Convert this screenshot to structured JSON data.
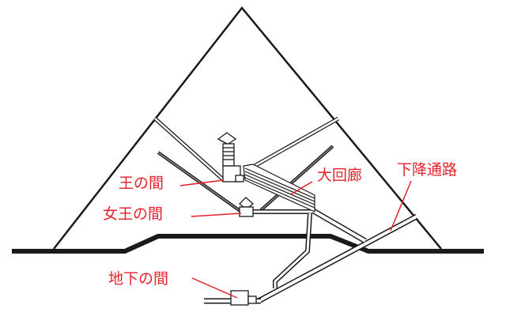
{
  "title": "Great Pyramid cross-section",
  "labels": {
    "king_chamber": "王の間",
    "queen_chamber": "女王の間",
    "grand_gallery": "大回廊",
    "descending_passage": "下降通路",
    "subterranean_chamber": "地下の間"
  },
  "colors": {
    "label": "#e8202a",
    "line": "#1a1a1a"
  }
}
